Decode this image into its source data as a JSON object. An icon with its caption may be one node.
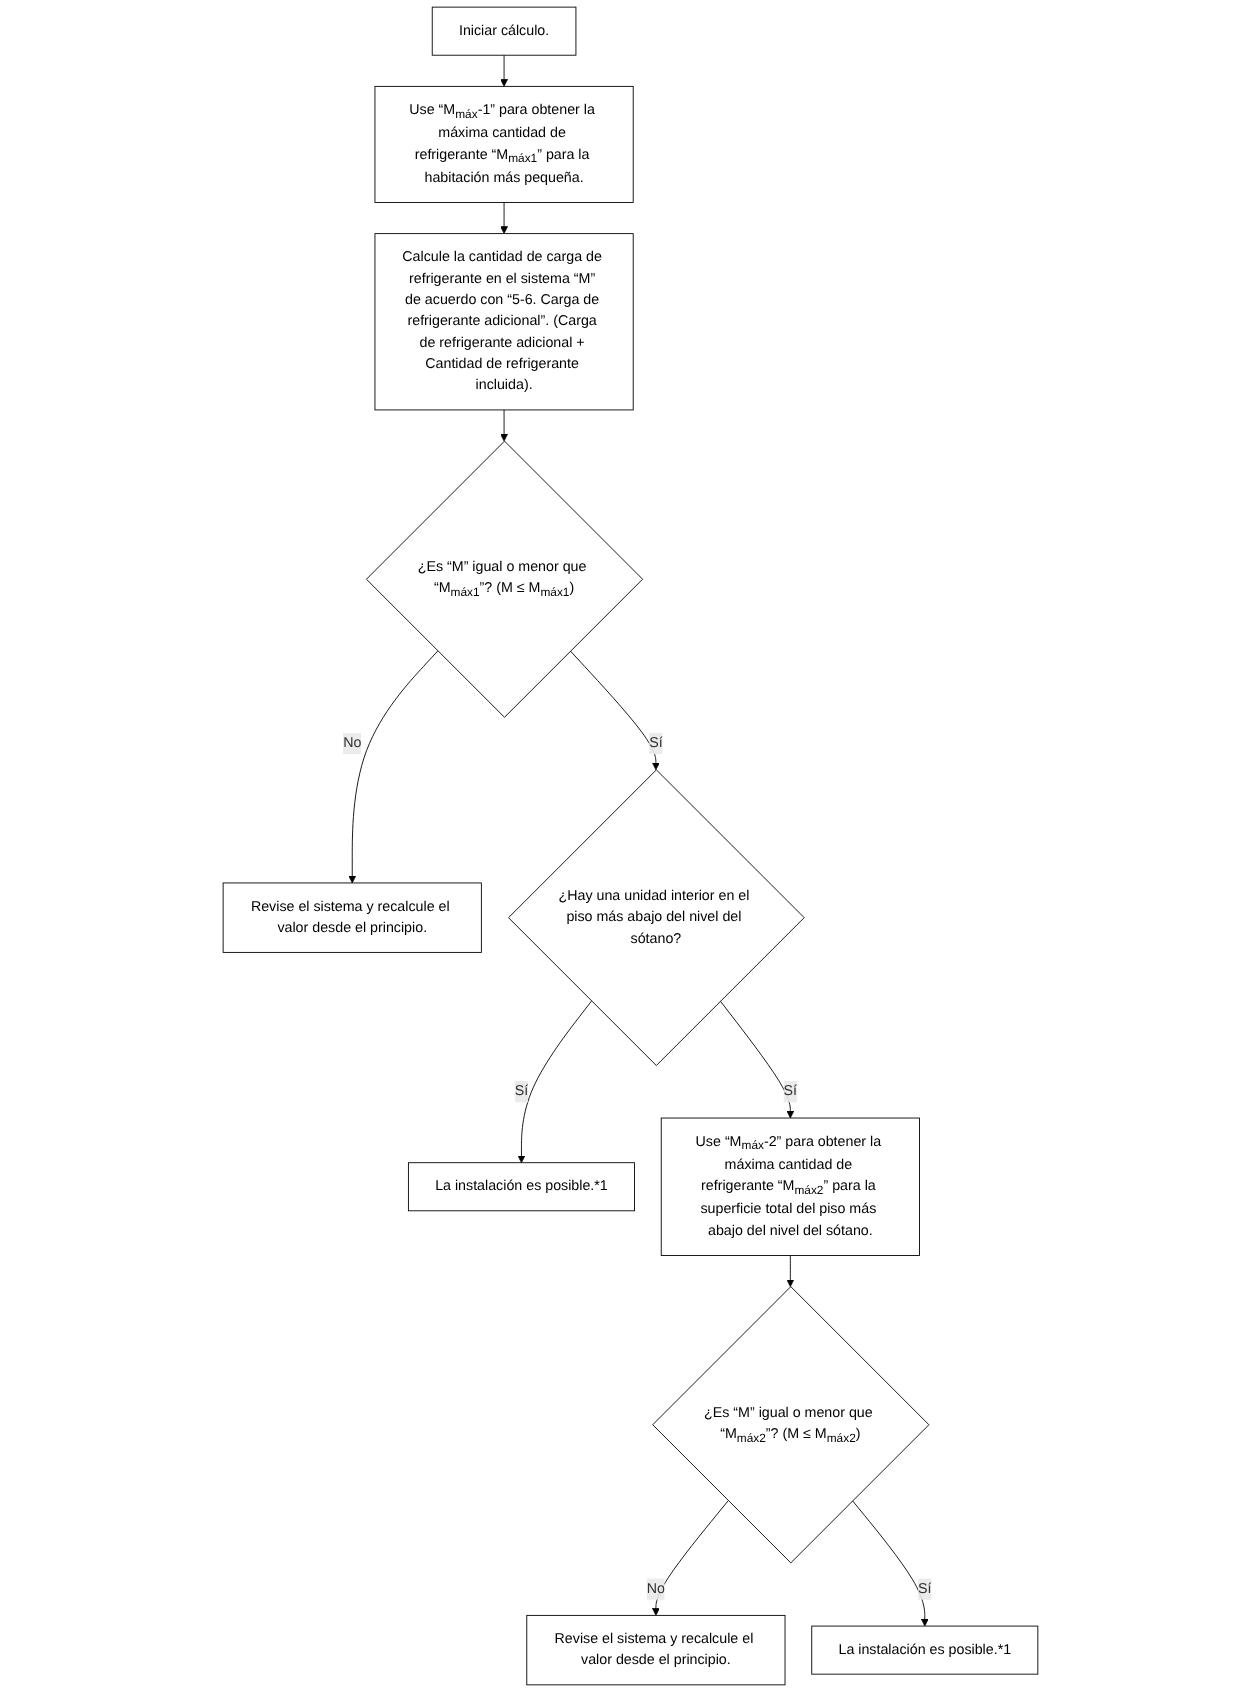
{
  "diagram": {
    "nodes": [
      {
        "text": [
          "Iniciar cálculo."
        ]
      },
      {
        "text": [
          "Use “M$_{máx}$-1” para obtener la máxima cantidad de refrigerante “M$_{máx1}$” para la habitación más pequeña."
        ]
      },
      {
        "text": [
          "Calcule la cantidad de carga de refrigerante en el sistema “M” de acuerdo con “5-6. Carga de refrigerante adicional”. (Carga de refrigerante adicional + Cantidad de refrigerante incluida)."
        ]
      },
      {
        "text": [
          "¿Es “M” igual o menor que “M$_{máx1}$”? (M ≤ M$_{máx1}$)"
        ]
      },
      {
        "text": [
          "Revise el sistema y recalcule el valor desde el principio."
        ]
      },
      {
        "text": [
          "¿Hay una unidad interior en el piso más abajo del nivel del sótano?"
        ]
      },
      {
        "text": [
          "La instalación es posible.*1"
        ]
      },
      {
        "text": [
          "Use “M$_{máx}$-2” para obtener la máxima cantidad de refrigerante “M$_{máx2}$” para la superficie total del piso más abajo del nivel del sótano."
        ]
      },
      {
        "text": [
          "¿Es “M” igual o menor que “M$_{máx2}$”? (M ≤ M$_{máx2}$)"
        ]
      },
      {
        "text": [
          "Revise el sistema y recalcule el valor desde el principio."
        ]
      },
      {
        "text": [
          "La instalación es posible.*1"
        ]
      }
    ],
    "edges": [
      {
        "from": 0,
        "to": 1,
        "arrow": "to"
      },
      {
        "from": 1,
        "to": 2,
        "arrow": "to"
      },
      {
        "from": 2,
        "to": 3,
        "arrow": "to"
      },
      {
        "from": 3,
        "to": 4,
        "arrow": "to",
        "label": "No"
      },
      {
        "from": 3,
        "to": 5,
        "arrow": "to",
        "label": "Sí"
      },
      {
        "from": 5,
        "to": 6,
        "arrow": "to",
        "label": "Sí"
      },
      {
        "from": 5,
        "to": 7,
        "arrow": "to",
        "label": "Sí"
      },
      {
        "from": 7,
        "to": 8,
        "arrow": "to"
      },
      {
        "from": 8,
        "to": 9,
        "arrow": "to",
        "label": "No"
      },
      {
        "from": 8,
        "to": 10,
        "arrow": "to",
        "label": "Sí"
      }
    ]
  }
}
